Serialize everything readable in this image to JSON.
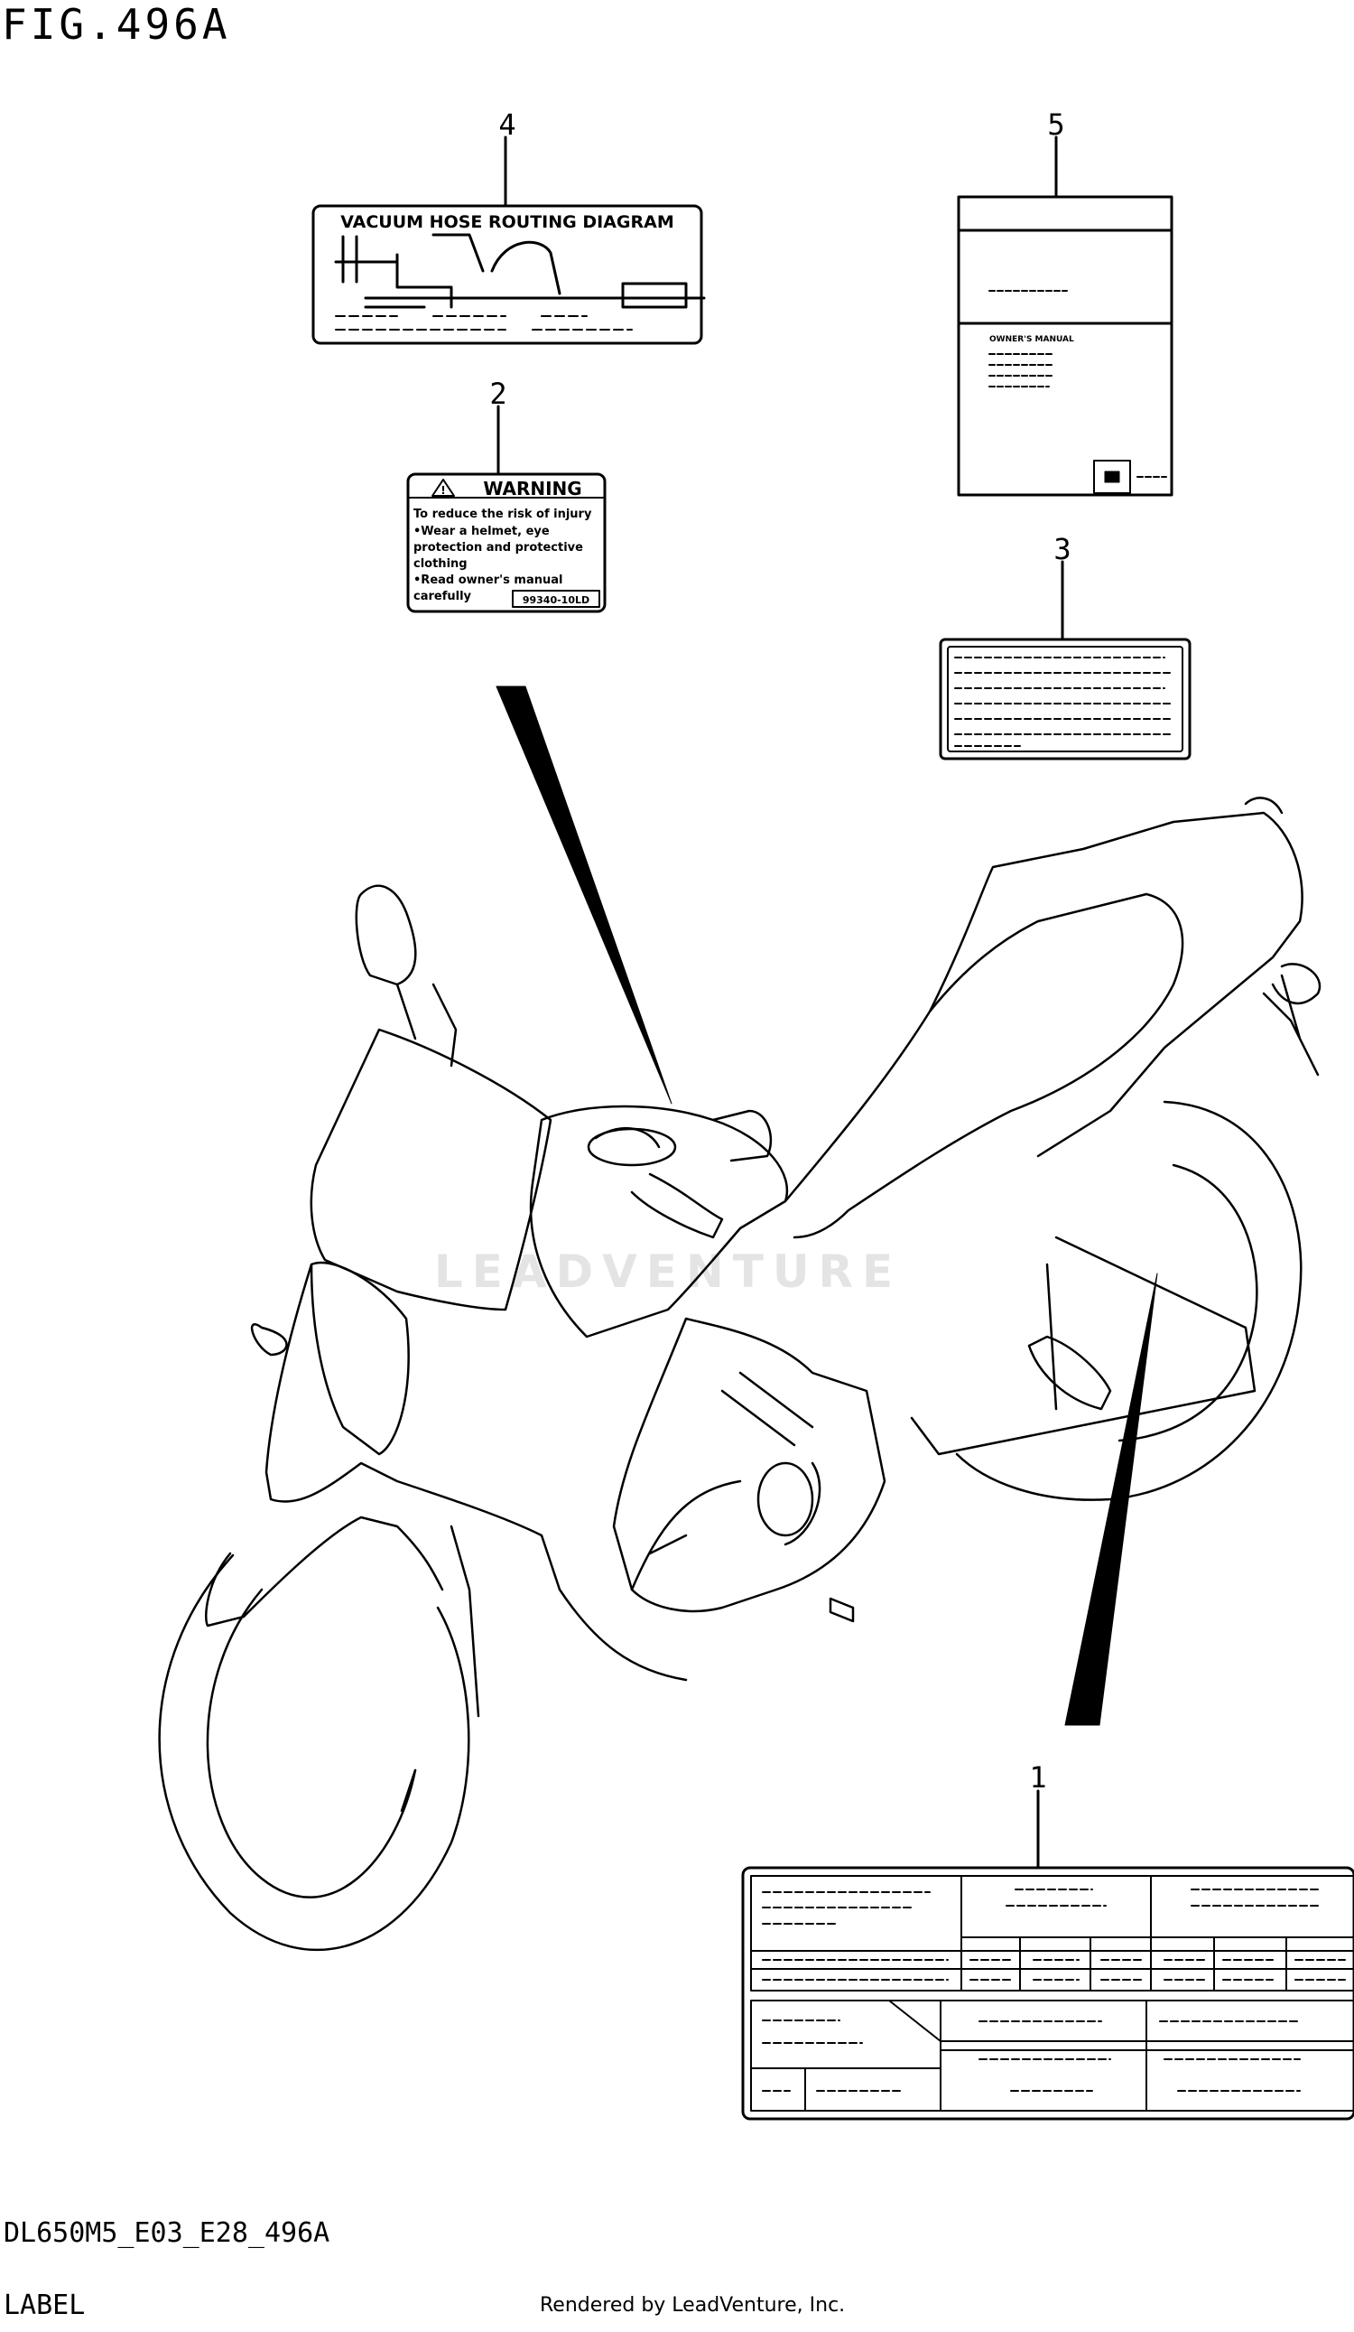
{
  "figure": {
    "title": "FIG.496A",
    "code": "DL650M5_E03_E28_496A",
    "name": "LABEL",
    "rendered_by": "Rendered by LeadVenture, Inc.",
    "watermark": "LEADVENTURE"
  },
  "callouts": [
    {
      "number": "1"
    },
    {
      "number": "2"
    },
    {
      "number": "3"
    },
    {
      "number": "4"
    },
    {
      "number": "5"
    }
  ],
  "labels": {
    "vacuum": {
      "title": "VACUUM HOSE ROUTING DIAGRAM"
    },
    "warning": {
      "title": "WARNING",
      "lines": [
        "To reduce the risk of injury",
        "•Wear a helmet, eye",
        "protection  and protective",
        "clothing",
        "•Read owner's manual",
        "carefully"
      ],
      "code": "99340-10LD"
    },
    "manual": {
      "title": "OWNER'S MANUAL"
    }
  }
}
